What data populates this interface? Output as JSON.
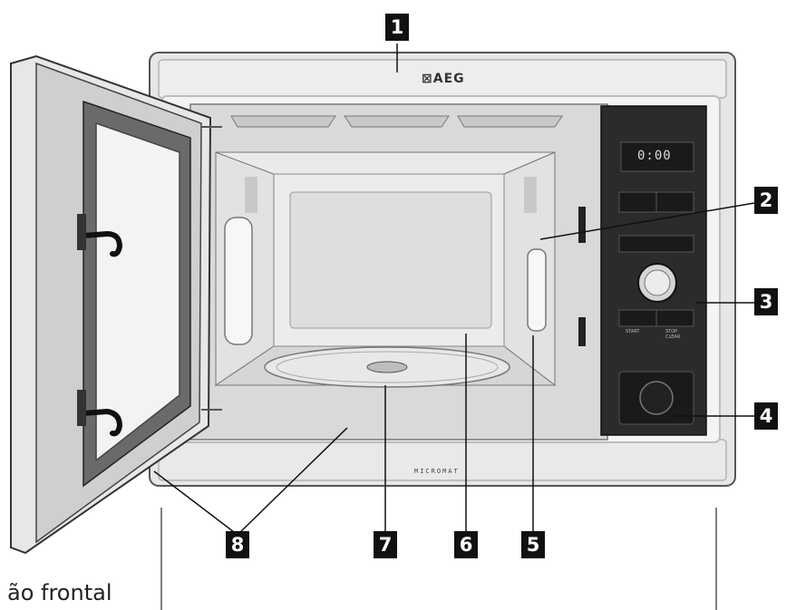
{
  "brand": "⊠AEG",
  "model_label": "MICROMAT",
  "caption": "ão frontal",
  "display": {
    "digits": "0:00"
  },
  "buttons": {
    "left_label": "START",
    "right_label": "STOP CLEAR"
  },
  "callouts": [
    "1",
    "2",
    "3",
    "4",
    "5",
    "6",
    "7",
    "8"
  ]
}
